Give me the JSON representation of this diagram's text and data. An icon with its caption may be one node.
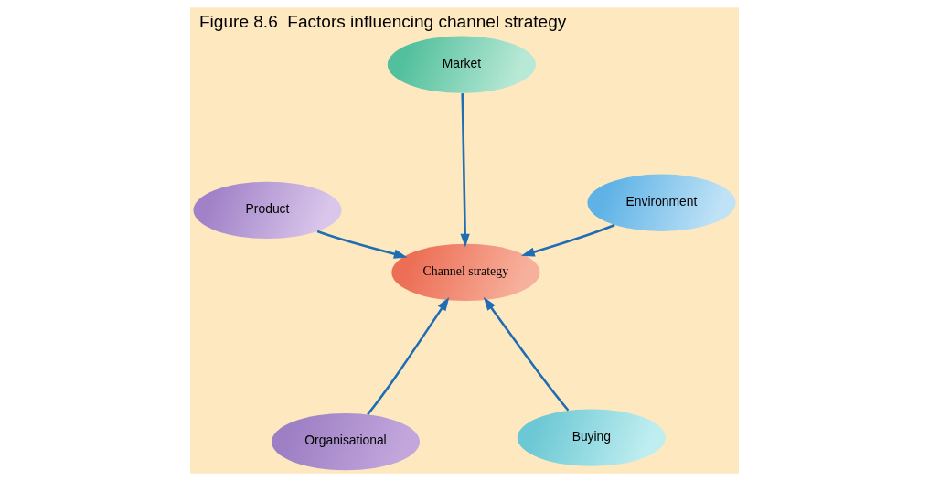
{
  "diagram": {
    "title": "Figure 8.6  Factors influencing channel strategy",
    "nodes": [
      {
        "text": [
          "Organisational"
        ]
      },
      {
        "text": [
          "Buying"
        ]
      },
      {
        "text": [
          "Channel strategy"
        ]
      },
      {
        "text": [
          "Market"
        ]
      },
      {
        "text": [
          "Environment"
        ]
      },
      {
        "text": [
          "Product"
        ]
      }
    ],
    "edges": [
      {
        "from": 0,
        "to": 2,
        "arrow": "to"
      },
      {
        "from": 1,
        "to": 2,
        "arrow": "to"
      },
      {
        "from": 3,
        "to": 2,
        "arrow": "to"
      },
      {
        "from": 4,
        "to": 2,
        "arrow": "to"
      },
      {
        "from": 5,
        "to": 2,
        "arrow": "to"
      }
    ]
  }
}
